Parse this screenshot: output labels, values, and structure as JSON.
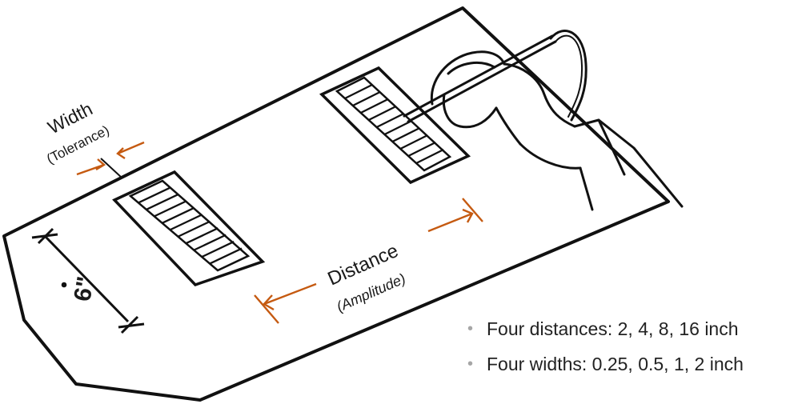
{
  "labels": {
    "width_title": "Width",
    "width_sub": "(Tolerance)",
    "distance_title": "Distance",
    "distance_sub": "(Amplitude)",
    "six_inch": "6\""
  },
  "bullets": [
    "Four distances:  2, 4, 8, 16 inch",
    "Four widths:  0.25, 0.5, 1, 2 inch"
  ],
  "colors": {
    "line": "#111111",
    "arrow": "#c55a11",
    "bullet_dot": "#a6a6a6"
  },
  "icons": {
    "hand": "hand-with-stylus-icon",
    "bullet": "bullet-dot-icon"
  }
}
